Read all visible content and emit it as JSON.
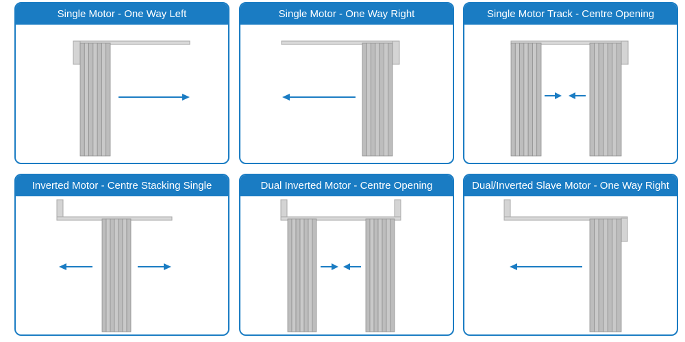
{
  "panels": [
    {
      "title": "Single Motor - One Way Left"
    },
    {
      "title": "Single Motor - One Way Right"
    },
    {
      "title": "Single Motor Track - Centre Opening"
    },
    {
      "title": "Inverted Motor - Centre Stacking Single"
    },
    {
      "title": "Dual Inverted Motor - Centre Opening"
    },
    {
      "title": "Dual/Inverted Slave Motor - One Way Right"
    }
  ],
  "colors": {
    "accent": "#1a7cc3",
    "track": "#d9d9d9",
    "track_stroke": "#a8a8a8",
    "curtain": "#bdbdbd",
    "curtain_line": "#8f8f8f",
    "arrow": "#1a7cc3"
  },
  "icons": [
    "motor-housing-icon",
    "curtain-track-icon",
    "curtain-panel-icon",
    "direction-arrow-icon"
  ]
}
